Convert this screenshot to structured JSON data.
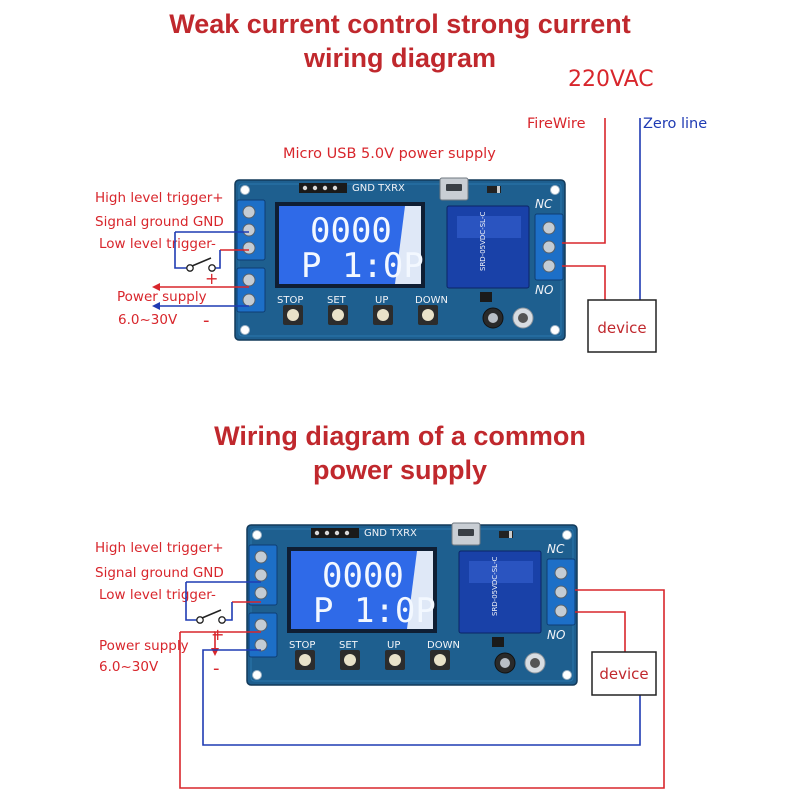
{
  "top": {
    "title_line1": "Weak current control strong current",
    "title_line2": "wiring diagram",
    "voltage": "220VAC",
    "firewire": "FireWire",
    "zero_line": "Zero line",
    "usb": "Micro USB 5.0V power supply",
    "labels": {
      "high": "High level trigger+",
      "gnd": "Signal ground GND",
      "low": "Low level trigger-",
      "plus": "+",
      "power1": "Power supply",
      "power2": "6.0~30V",
      "minus": "-"
    },
    "device": "device"
  },
  "bottom": {
    "title_line1": "Wiring diagram of a common",
    "title_line2": "power supply",
    "labels": {
      "high": "High level trigger+",
      "gnd": "Signal ground GND",
      "low": "Low level trigger-",
      "plus": "+",
      "power1": "Power supply",
      "power2": "6.0~30V",
      "minus": "-"
    },
    "device": "device"
  },
  "board": {
    "header_label": "GND TXRX",
    "lcd_line1": "0000",
    "lcd_line2": "P 1:0P",
    "nc": "NC",
    "no": "NO",
    "buttons": [
      "STOP",
      "SET",
      "UP",
      "DOWN"
    ],
    "relay_text": "SRD-05VDC-SL-C"
  },
  "colors": {
    "red": "#d8262c",
    "blue": "#1f3bb3",
    "pcb": "#1e5f8f",
    "lcd": "#2f6ae8"
  }
}
